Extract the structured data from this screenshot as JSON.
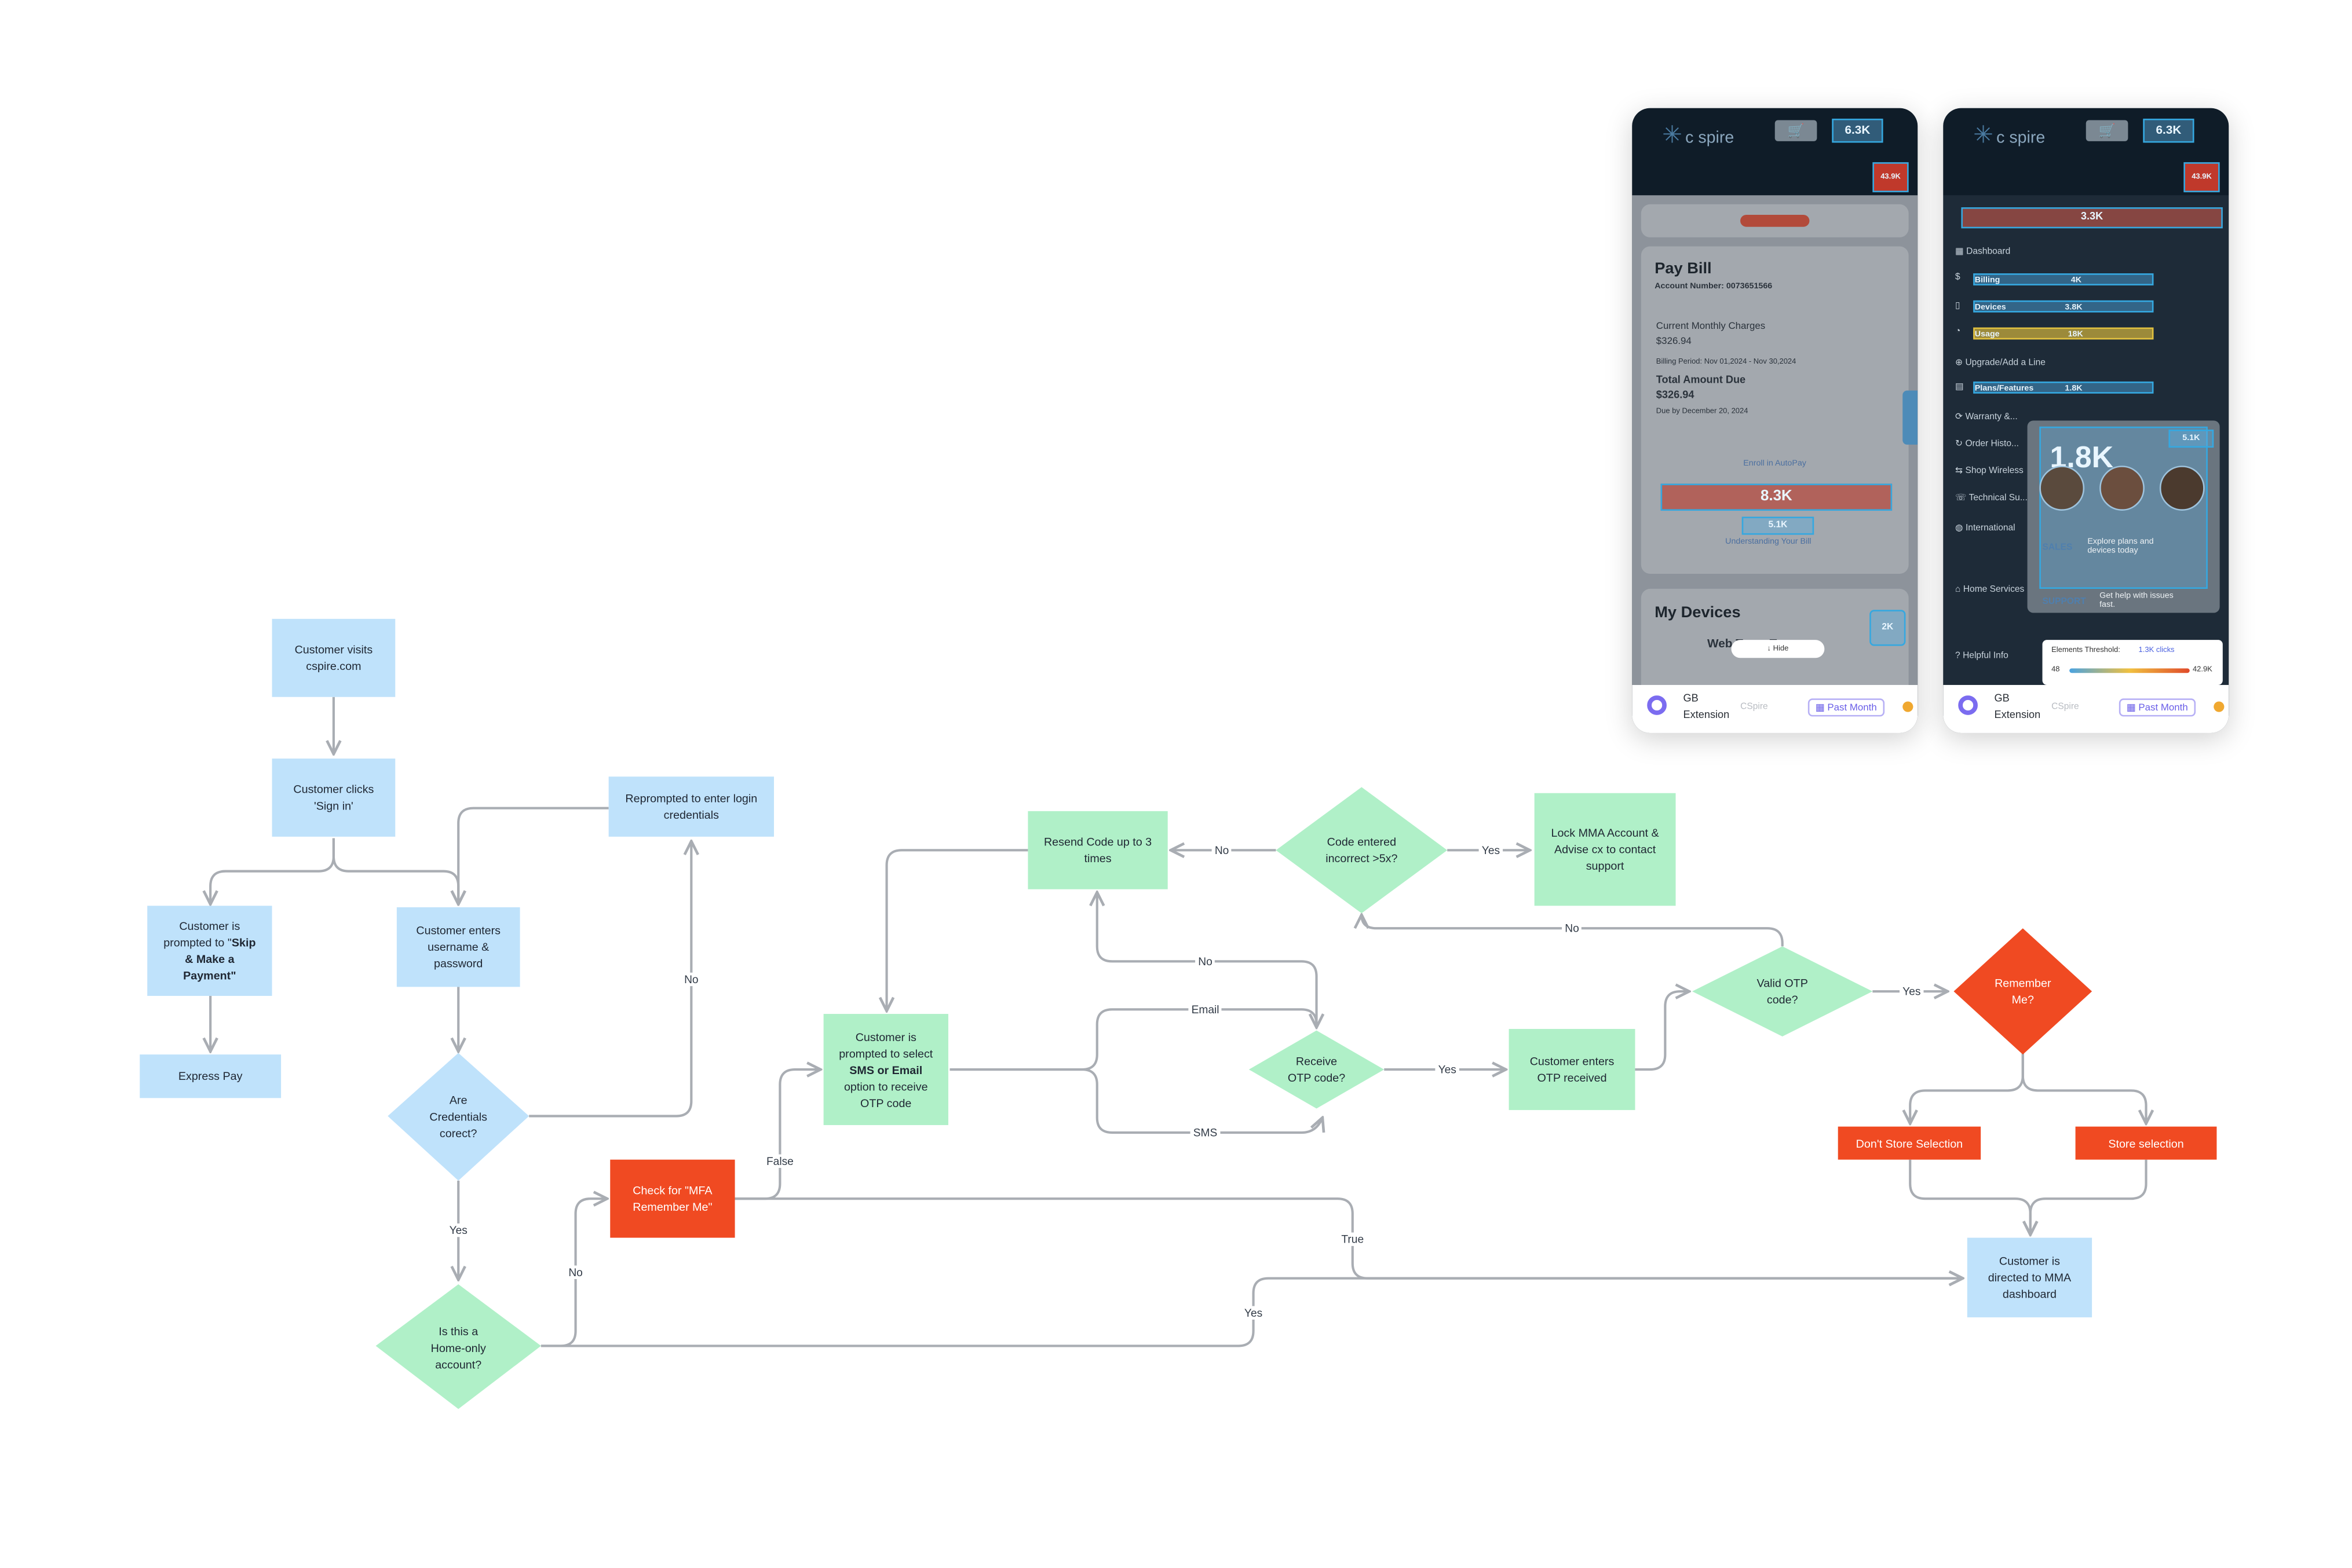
{
  "nodes": {
    "n1": "Customer visits\ncspire.com",
    "n2": "Customer clicks\n'Sign in'",
    "n3": "Reprompted to enter login\ncredentials",
    "n4_a": "Customer is\nprompted to \"",
    "n4_b": "Skip\n& Make a\nPayment\"",
    "n5": "Customer enters\nusername &\npassword",
    "n6": "Express Pay",
    "n7": "Are\nCredentials\ncorect?",
    "n8": "Check for \"MFA\nRemember Me\"",
    "n9": "Is this a\nHome-only\naccount?",
    "n10_a": "Customer is\nprompted to select\n",
    "n10_b": "SMS or Email",
    "n10_c": "\noption to receive\nOTP code",
    "n11": "Resend Code up to 3\ntimes",
    "n12": "Code entered\nincorrect >5x?",
    "n13": "Lock MMA Account &\nAdvise cx to contact\nsupport",
    "n14": "Receive\nOTP code?",
    "n15": "Customer enters\nOTP received",
    "n16": "Valid OTP\ncode?",
    "n17": "Remember\nMe?",
    "n18": "Don't Store Selection",
    "n19": "Store selection",
    "n20": "Customer is\ndirected to MMA\ndashboard"
  },
  "edge_labels": {
    "no_reprompt": "No",
    "yes_creds": "Yes",
    "no_home": "No",
    "false_mfa": "False",
    "true_mfa": "True",
    "yes_home": "Yes",
    "email": "Email",
    "sms": "SMS",
    "no_receive": "No",
    "yes_receive": "Yes",
    "no_code": "No",
    "yes_code": "Yes",
    "no_valid": "No",
    "yes_valid": "Yes"
  },
  "phone1": {
    "logo": "c spire",
    "cart_badge": "6.3K",
    "corner_badge": "43.9K",
    "section_title": "Pay Bill",
    "account": "Account Number: 0073651566",
    "monthly_label": "Current Monthly Charges",
    "monthly_value": "$326.94",
    "billing_period": "Billing Period: Nov 01,2024 - Nov 30,2024",
    "total_label": "Total Amount Due",
    "total_value": "$326.94",
    "due": "Due by December 20, 2024",
    "enroll": "Enroll in AutoPay",
    "pay_badge": "8.3K",
    "details_badge": "5.1K",
    "understanding": "Understanding Your Bill",
    "devices_title": "My Devices",
    "device_name": "Web Team T...",
    "hide": "Hide",
    "float_badge": "2K",
    "ext_name": "GB\nExtension",
    "site": "CSpire",
    "period": "Past Month"
  },
  "phone2": {
    "logo": "c spire",
    "cart_badge": "6.3K",
    "corner_badge": "43.9K",
    "add_line_badge": "3.3K",
    "menu": {
      "dashboard": "Dashboard",
      "billing": "Billing",
      "billing_v": "4K",
      "devices": "Devices",
      "devices_v": "3.8K",
      "usage": "Usage",
      "usage_v": "18K",
      "upgrade": "Upgrade/Add a Line",
      "plans": "Plans/Features",
      "plans_v": "1.8K",
      "warranty": "Warranty &...",
      "order": "Order Histo...",
      "shop": "Shop Wireless",
      "tech": "Technical Su...",
      "intl": "International",
      "home": "Home Services",
      "help": "Helpful Info"
    },
    "big_badge": "1.8K",
    "small_badge": "5.1K",
    "sales_label": "SALES",
    "sales_text": "Explore plans and\ndevices today",
    "support_label": "SUPPORT",
    "support_text": "Get help with issues\nfast.",
    "threshold_label": "Elements Threshold:",
    "threshold_value": "1.3K clicks",
    "threshold_min": "48",
    "threshold_max": "42.9K",
    "ext_name": "GB\nExtension",
    "site": "CSpire",
    "period": "Past Month"
  },
  "colors": {
    "blue_node": "#bfe2fb",
    "green_node": "#b0f0c8",
    "red_node": "#f04a22",
    "edge": "#a9adb3"
  }
}
